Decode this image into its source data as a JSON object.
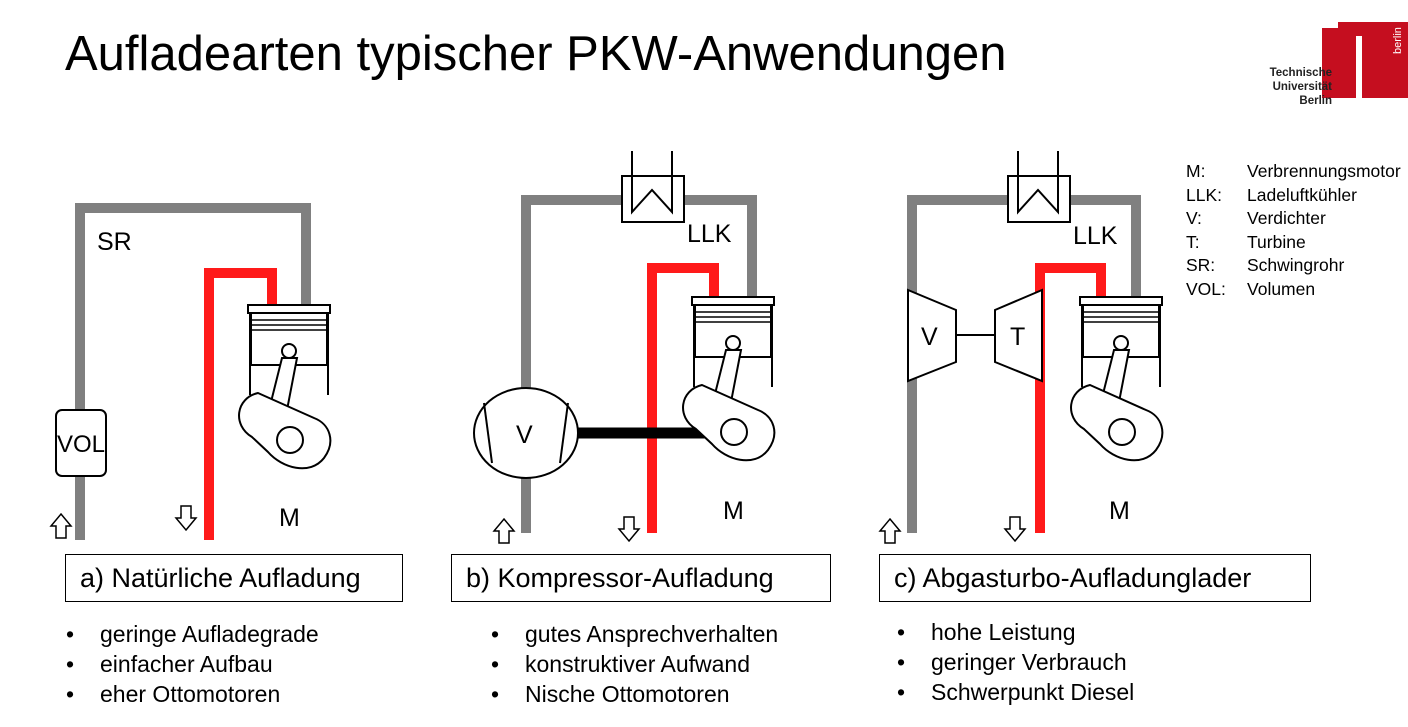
{
  "title": "Aufladearten typischer PKW-Anwendungen",
  "logo": {
    "line1": "Technische",
    "line2": "Universität",
    "line3": "Berlin",
    "vertical": "berlin",
    "color": "#c50e1f"
  },
  "legend": [
    {
      "key": "M:",
      "value": "Verbrennungsmotor"
    },
    {
      "key": "LLK:",
      "value": "Ladeluftkühler"
    },
    {
      "key": "V:",
      "value": "Verdichter"
    },
    {
      "key": "T:",
      "value": "Turbine"
    },
    {
      "key": "SR:",
      "value": "Schwingrohr"
    },
    {
      "key": "VOL:",
      "value": "Volumen"
    }
  ],
  "panels": [
    {
      "caption": "a) Natürliche Aufladung",
      "labels": {
        "sr": "SR",
        "vol": "VOL",
        "motor": "M"
      },
      "bullets": [
        "geringe Aufladegrade",
        "einfacher Aufbau",
        "eher Ottomotoren"
      ]
    },
    {
      "caption": "b) Kompressor-Aufladung",
      "labels": {
        "llk": "LLK",
        "compressor": "V",
        "motor": "M"
      },
      "bullets": [
        "gutes Ansprechverhalten",
        "konstruktiver Aufwand",
        "Nische Ottomotoren"
      ]
    },
    {
      "caption": "c) Abgasturbo-Aufladunglader",
      "labels": {
        "llk": "LLK",
        "compressor": "V",
        "turbine": "T",
        "motor": "M"
      },
      "bullets": [
        "hohe Leistung",
        "geringer Verbrauch",
        "Schwerpunkt Diesel"
      ]
    }
  ],
  "colors": {
    "intake_pipe": "#808080",
    "exhaust_pipe": "#ff1a1a",
    "shaft": "#000000"
  }
}
